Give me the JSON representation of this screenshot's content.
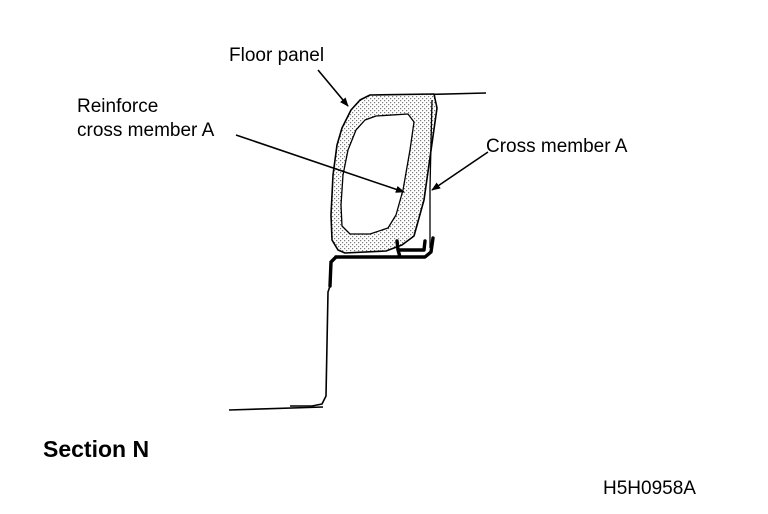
{
  "labels": {
    "floor_panel": "Floor panel",
    "reinforce_line1": "Reinforce",
    "reinforce_line2": "cross member A",
    "cross_member": "Cross member A"
  },
  "section_title": "Section N",
  "figure_code": "H5H0958A",
  "colors": {
    "ink": "#000000",
    "background": "#ffffff",
    "stipple": "#9a9a9a"
  }
}
